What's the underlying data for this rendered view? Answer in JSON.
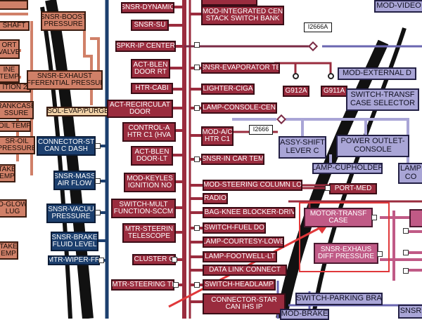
{
  "colors": {
    "salmon": "#d08068",
    "navy": "#1c3f6e",
    "crimson": "#9a2c3e",
    "lavender": "#a9a5d6",
    "mauve": "#c05a86",
    "highlight": "#e0383a"
  },
  "left_column": {
    "shaft": "SHAFT",
    "tort": "ORT",
    "valve": "VALVE",
    "ine": "INE",
    "temp": "TEMP",
    "ition": "ITION 2",
    "rankcase": "RANKCASE",
    "ssure": "SSURE",
    "oil_temp": "OIL TEMP",
    "sr_oil": "SR-OIL",
    "pressure": "PRESSURE",
    "take": "TAKE",
    "emp": "EMP",
    "o_glow": "O-GLOW",
    "lug": "LUG",
    "take2": "TAKE",
    "emp2": "EMP"
  },
  "mid_left": {
    "boost_line1": "SNSR-BOOST",
    "boost_line2": "PRESSURE",
    "exhaust_line1": "SNSR-EXHAUST",
    "exhaust_line2": "DIFFERENTIAL PRESSURE",
    "sol_evap": "SOL-EVAP/PURGE"
  },
  "navy_boxes": {
    "connector_line1": "CONNECTOR-ST",
    "connector_line2": "CAN C DASH",
    "mass_line1": "SNSR-MASS",
    "mass_line2": "AIR FLOW",
    "vacuu_line1": "SNSR-VACUU",
    "vacuu_line2": "PRESSURE",
    "brake_line1": "SNSR-BRAKE",
    "brake_line2": "FLUID LEVEL",
    "wiper": "MTR-WIPER-FR"
  },
  "crimson_left": {
    "dynamic": "SNSR-DYNAMIC",
    "su": "SNSR-SU",
    "spkr": "SPKR-IP CENTER",
    "blend_rt_line1": "ACT-BLEN",
    "blend_rt_line2": "DOOR RT",
    "htr_cabin": "HTR-CABI",
    "recirc_line1": "ACT-RECIRCULAT",
    "recirc_line2": "DOOR",
    "control_line1": "CONTROL-A",
    "control_line2": "HTR C1 (HVA",
    "blend_lt_line1": "ACT-BLEN",
    "blend_lt_line2": "DOOR-LT",
    "keyless_line1": "MOD-KEYLES",
    "keyless_line2": "IGNITION NO",
    "multi_line1": "SWITCH-MULT",
    "multi_line2": "FUNCTION-SCCM",
    "steering_line1": "MTR-STEERIN",
    "steering_line2": "TELESCOPE",
    "cluster": "CLUSTER C",
    "steering_tilt": "MTR-STEERING TI"
  },
  "crimson_right": {
    "mod_integrated_line1": "MOD-INTEGRATED CEN",
    "mod_integrated_line2": "STACK SWITCH BANK",
    "evaporator": "SNSR-EVAPORATOR TE",
    "lighter": "LIGHTER-CIGA",
    "lamp_console": "LAMP-CONSOLE-CEN",
    "mod_ac_line1": "MOD-A/C",
    "mod_ac_line2": "HTR C1",
    "in_car": "SNSR-IN CAR TEM",
    "steering_column": "MOD-STEERING COLUMN LO",
    "port_med": "PORT-MED",
    "radio": "RADIO",
    "airbag": "AIRBAG-KNEE BLOCKER-DRIVER",
    "fuel_door": "SWITCH-FUEL DO",
    "courtesy": "LAMP-COURTESY-LOWE",
    "footwell": "LAMP-FOOTWELL-LT",
    "dlc": "DATA LINK CONNECT",
    "headlamp": "SWITCH-HEADLAMP",
    "connector_star_line1": "CONNECTOR-STAR",
    "connector_star_line2": "CAN IHS IP"
  },
  "labels": {
    "i2666a": "I2666A",
    "i2666": "I2666",
    "g912a": "G912A",
    "g911a": "G911A"
  },
  "lavender_boxes": {
    "mod_video": "MOD-VIDEO",
    "mod_external": "MOD-EXTERNAL D",
    "switch_trans_line1": "SWITCH-TRANSF",
    "switch_trans_line2": "CASE SELECTOR",
    "assy_shift_line1": "ASSY-SHIFT",
    "assy_shift_line2": "LEVER C",
    "power_outlet_line1": "POWER OUTLET-",
    "power_outlet_line2": "CONSOLE",
    "lamp_cupholder": "LAMP-CUPHOLDER",
    "lamp_side_line1": "LAMP",
    "lamp_side_line2": "CO",
    "switch_parking": "SWITCH-PARKING BRA",
    "mod_brake": "MOD-BRAKE",
    "snsr_right": "SNSR"
  },
  "mauve_boxes": {
    "motor_trans_line1": "MOTOR-TRANSF",
    "motor_trans_line2": "CASE",
    "exhaust_diff_line1": "SNSR-EXHAUS",
    "exhaust_diff_line2": "DIFF PRESSURE"
  }
}
